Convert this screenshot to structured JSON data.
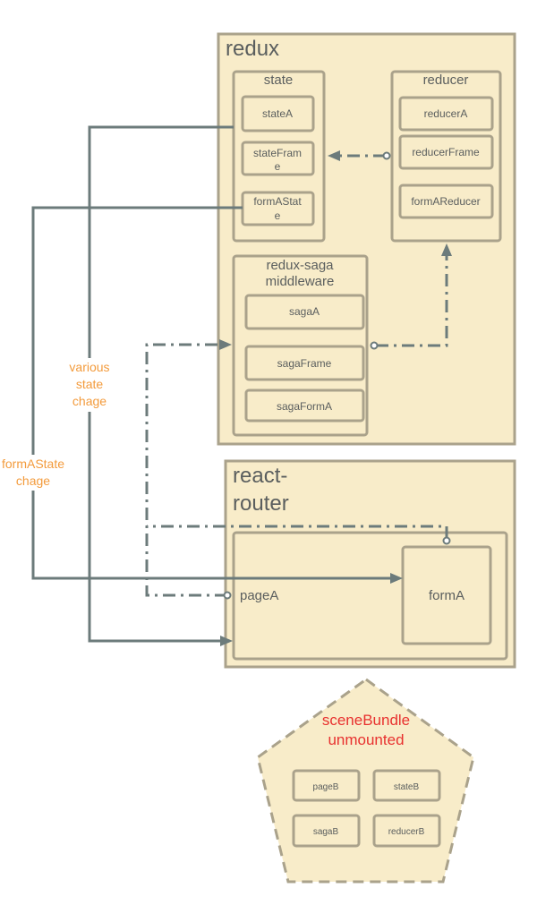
{
  "redux": {
    "title": "redux",
    "state": {
      "title": "state",
      "items": [
        "stateA",
        [
          "stateFram",
          "e"
        ],
        [
          "formAStat",
          "e"
        ]
      ]
    },
    "reducer": {
      "title": "reducer",
      "items": [
        "reducerA",
        "reducerFrame",
        "formAReducer"
      ]
    },
    "saga": {
      "title_lines": [
        "redux-saga",
        "middleware"
      ],
      "items": [
        "sagaA",
        "sagaFrame",
        "sagaFormA"
      ]
    }
  },
  "router": {
    "title_lines": [
      "react-",
      "router"
    ],
    "page_label": "pageA",
    "form_label": "formA"
  },
  "annotations": {
    "various": [
      "various",
      "state",
      "chage"
    ],
    "formA": [
      "formAState",
      "chage"
    ]
  },
  "bundle": {
    "title_lines": [
      "sceneBundle",
      "unmounted"
    ],
    "items": [
      "pageB",
      "stateB",
      "sagaB",
      "reducerB"
    ]
  }
}
